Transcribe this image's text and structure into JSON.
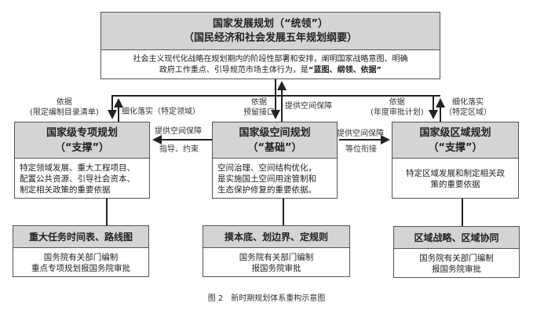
{
  "top": {
    "title1": "国家发展规划（“统领”）",
    "title2": "（国民经济和社会发展五年规划纲要）",
    "desc1": "社会主义现代化战略在规划期内的阶段性部署和安排，阐明国家战略意图、明确",
    "desc2a": "政府工作重点、引导规范市场主体行为，是",
    "desc2b": "“蓝图、纲领、依据”"
  },
  "special": {
    "title1": "国家级专项规划",
    "title2": "（“支撑”）",
    "desc": [
      "特定领域发展、重大工程项目、",
      "配置公共资源、引导社会资本、",
      "制定相关政策的重要依据"
    ],
    "sub_title": "重大任务时间表、路线图",
    "sub_desc": [
      "国务院有关部门编制",
      "重点专项规划报国务院审批"
    ]
  },
  "spatial": {
    "title1": "国家级空间规划",
    "title2": "（“基础”）",
    "desc": [
      "空间治理、空间结构优化，",
      "是实施国土空间用途管制和",
      "生态保护修复的重要依据。"
    ],
    "sub_title": "摸本底、划边界、定规则",
    "sub_desc": [
      "国务院有关部门编制",
      "报国务院审批"
    ]
  },
  "regional": {
    "title1": "国家级区域规划",
    "title2": "（“支撑”）",
    "desc": [
      "特定区域发展和制定相关政",
      "策的重要依据"
    ],
    "sub_title": "区域战略、区域协同",
    "sub_desc": [
      "国务院有关部门编制",
      "报国务院审批"
    ]
  },
  "labels": {
    "left_basis1": "依据",
    "left_basis2": "(限定编制目录清单)",
    "left_refine": "细化落实（特定领域）",
    "mid_basis1": "依据",
    "mid_basis2": "预留接口",
    "mid_provide": "提供空间保障",
    "right_basis1": "依据",
    "right_basis2": "(年度审批计划)",
    "right_refine1": "细化落实",
    "right_refine2": "（特定区域）",
    "lm_provide": "提供空间保障",
    "lm_guide": "指导、约束",
    "mr_provide": "提供空间保障",
    "mr_equal": "等位衔接"
  },
  "caption": "图 2　新时期规划体系重构示意图"
}
